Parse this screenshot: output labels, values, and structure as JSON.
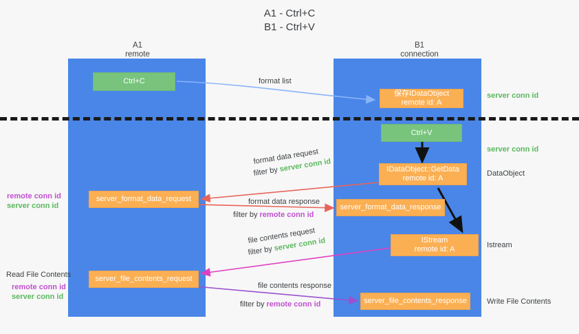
{
  "title": "A1 - Ctrl+C\nB1 - Ctrl+V",
  "colors": {
    "lane": "#4a86e8",
    "green_node": "#78c47d",
    "orange_node": "#fbaf53",
    "server_conn": "#5bb85f",
    "remote_conn": "#c050d0",
    "arrow_blue": "#8ab4f8",
    "arrow_red": "#e8645a",
    "arrow_magenta": "#e040c0",
    "arrow_purple": "#9b50d0",
    "arrow_black": "#111111",
    "text": "#3c4043",
    "background": "#f7f7f7"
  },
  "lanes": [
    {
      "name": "A1",
      "sub": "remote",
      "header": "A1\nremote"
    },
    {
      "name": "B1",
      "sub": "connection",
      "header": "B1\nconnection"
    }
  ],
  "nodes": {
    "ctrl_c": "Ctrl+C",
    "save_idataobject": "保存IDataObject\nremote id: A",
    "ctrl_v": "Ctrl+V",
    "getdata": "IDataObject::GetData\nremote id: A",
    "istream": "IStream\nremote id: A",
    "server_format_data_request": "server_format_data_request",
    "server_format_data_response": "server_format_data_response",
    "server_file_contents_request": "server_file_contents_request",
    "server_file_contents_response": "server_file_contents_response"
  },
  "right_labels": [
    {
      "text": "server conn id",
      "style": "green"
    },
    {
      "text": "server conn id",
      "style": "green"
    },
    {
      "text": "DataObject",
      "style": "plain"
    },
    {
      "text": "Istream",
      "style": "plain"
    },
    {
      "text": "Write File Contents",
      "style": "plain"
    }
  ],
  "left_labels": {
    "group_1": {
      "remote": "remote conn id",
      "server": "server conn id"
    },
    "read_file_contents": "Read File Contents",
    "group_2": {
      "remote": "remote conn id",
      "server": "server conn id"
    }
  },
  "captions": {
    "format_list": "format list",
    "format_data_request": "format data request",
    "format_data_request_filter_prefix": "filter by ",
    "format_data_request_filter_key": "server conn id",
    "format_data_response": "format data response",
    "format_data_response_filter_prefix": "filter by ",
    "format_data_response_filter_key": "remote conn id",
    "file_contents_request": "file contents request",
    "file_contents_request_filter_prefix": "filter by ",
    "file_contents_request_filter_key": "server conn id",
    "file_contents_response": "file contents response",
    "file_contents_response_filter_prefix": "filter by ",
    "file_contents_response_filter_key": "remote conn id"
  }
}
